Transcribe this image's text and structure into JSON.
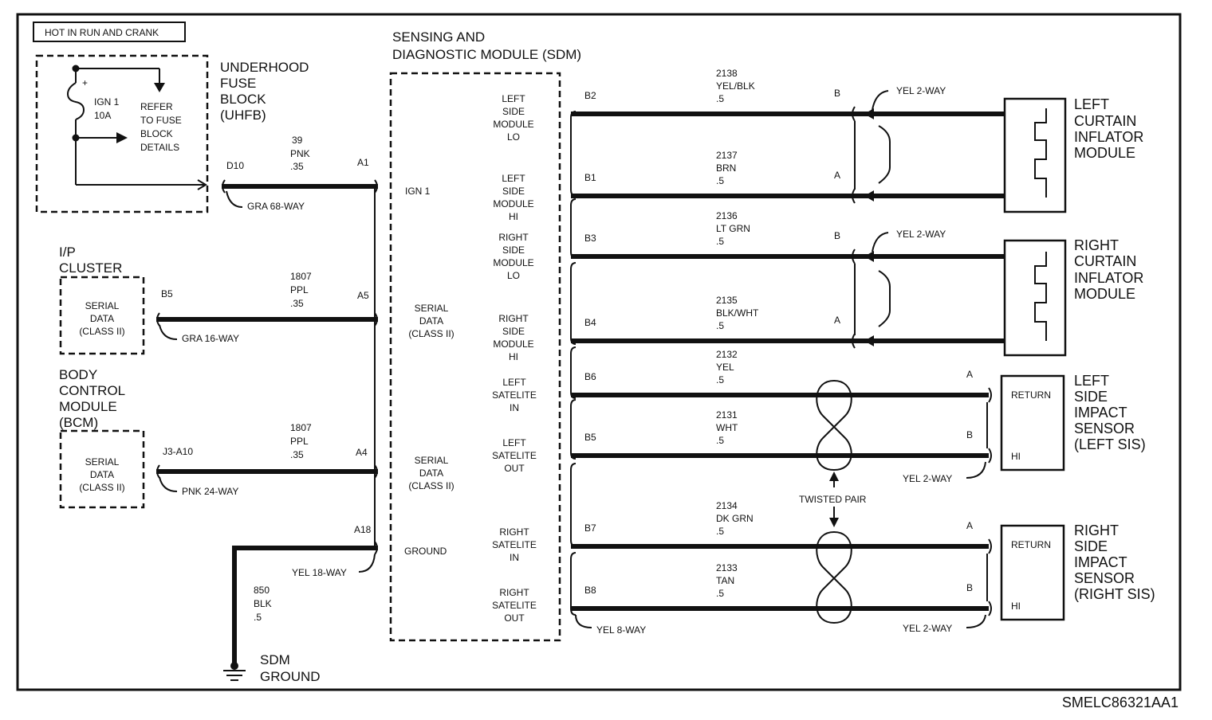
{
  "header_box": "HOT IN RUN AND CRANK",
  "uhfb": {
    "title": [
      "UNDERHOOD",
      "FUSE",
      "BLOCK",
      "(UHFB)"
    ],
    "fuse": [
      "IGN 1",
      "10A"
    ],
    "plus": "+",
    "refer": [
      "REFER",
      "TO FUSE",
      "BLOCK",
      "DETAILS"
    ],
    "pin": "D10",
    "connector": "GRA 68-WAY"
  },
  "ip_cluster": {
    "title": [
      "I/P",
      "CLUSTER"
    ],
    "body": [
      "SERIAL",
      "DATA",
      "(CLASS II)"
    ],
    "pin": "B5",
    "connector": "GRA 16-WAY"
  },
  "bcm": {
    "title": [
      "BODY",
      "CONTROL",
      "MODULE",
      "(BCM)"
    ],
    "body": [
      "SERIAL",
      "DATA",
      "(CLASS II)"
    ],
    "pin": "J3-A10",
    "connector": "PNK 24-WAY"
  },
  "left_wires": {
    "w39": [
      "39",
      "PNK",
      ".35"
    ],
    "w1807a": [
      "1807",
      "PPL",
      ".35"
    ],
    "w1807b": [
      "1807",
      "PPL",
      ".35"
    ],
    "w850": [
      "850",
      "BLK",
      ".5"
    ]
  },
  "sdm": {
    "title": [
      "SENSING AND",
      "DIAGNOSTIC MODULE (SDM)"
    ],
    "pins_left": {
      "a1": "A1",
      "a5": "A5",
      "a4": "A4",
      "a18": "A18"
    },
    "connector_left": "YEL 18-WAY",
    "functions": {
      "ign": "IGN 1",
      "serial1": [
        "SERIAL",
        "DATA",
        "(CLASS II)"
      ],
      "serial2": [
        "SERIAL",
        "DATA",
        "(CLASS II)"
      ],
      "ground": "GROUND"
    },
    "outputs": [
      [
        "LEFT",
        "SIDE",
        "MODULE",
        "LO"
      ],
      [
        "LEFT",
        "SIDE",
        "MODULE",
        "HI"
      ],
      [
        "RIGHT",
        "SIDE",
        "MODULE",
        "LO"
      ],
      [
        "RIGHT",
        "SIDE",
        "MODULE",
        "HI"
      ],
      [
        "LEFT",
        "SATELITE",
        "IN"
      ],
      [
        "LEFT",
        "SATELITE",
        "OUT"
      ],
      [
        "RIGHT",
        "SATELITE",
        "IN"
      ],
      [
        "RIGHT",
        "SATELITE",
        "OUT"
      ]
    ],
    "connector_right": "YEL 8-WAY"
  },
  "circuits": [
    {
      "pin": "B2",
      "circuit": [
        "2138",
        "YEL/BLK",
        ".5"
      ],
      "end": "B"
    },
    {
      "pin": "B1",
      "circuit": [
        "2137",
        "BRN",
        ".5"
      ],
      "end": "A"
    },
    {
      "pin": "B3",
      "circuit": [
        "2136",
        "LT GRN",
        ".5"
      ],
      "end": "B"
    },
    {
      "pin": "B4",
      "circuit": [
        "2135",
        "BLK/WHT",
        ".5"
      ],
      "end": "A"
    },
    {
      "pin": "B6",
      "circuit": [
        "2132",
        "YEL",
        ".5"
      ],
      "end": "A"
    },
    {
      "pin": "B5",
      "circuit": [
        "2131",
        "WHT",
        ".5"
      ],
      "end": "B"
    },
    {
      "pin": "B7",
      "circuit": [
        "2134",
        "DK GRN",
        ".5"
      ],
      "end": "A"
    },
    {
      "pin": "B8",
      "circuit": [
        "2133",
        "TAN",
        ".5"
      ],
      "end": "B"
    }
  ],
  "right_connectors": {
    "c1": "YEL 2-WAY",
    "c2": "YEL 2-WAY",
    "c3": "YEL 2-WAY",
    "c4": "YEL 2-WAY"
  },
  "twisted_pair": "TWISTED PAIR",
  "devices": {
    "left_curtain": [
      "LEFT",
      "CURTAIN",
      "INFLATOR",
      "MODULE"
    ],
    "right_curtain": [
      "RIGHT",
      "CURTAIN",
      "INFLATOR",
      "MODULE"
    ],
    "left_sensor": {
      "return": "RETURN",
      "hi": "HI",
      "title": [
        "LEFT",
        "SIDE",
        "IMPACT",
        "SENSOR",
        "(LEFT SIS)"
      ]
    },
    "right_sensor": {
      "return": "RETURN",
      "hi": "HI",
      "title": [
        "RIGHT",
        "SIDE",
        "IMPACT",
        "SENSOR",
        "(RIGHT SIS)"
      ]
    }
  },
  "ground_label": [
    "SDM",
    "GROUND"
  ],
  "figure_id": "SMELC86321AA1"
}
